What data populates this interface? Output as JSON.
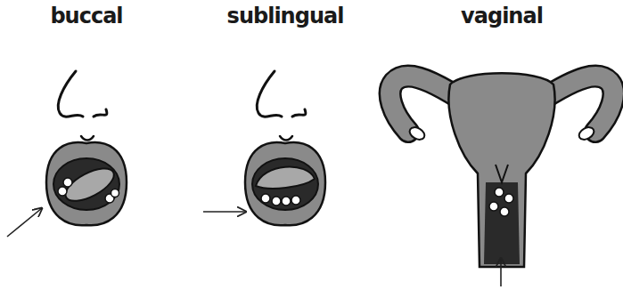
{
  "diagram": {
    "labels": [
      "buccal",
      "sublingual",
      "vaginal"
    ]
  }
}
